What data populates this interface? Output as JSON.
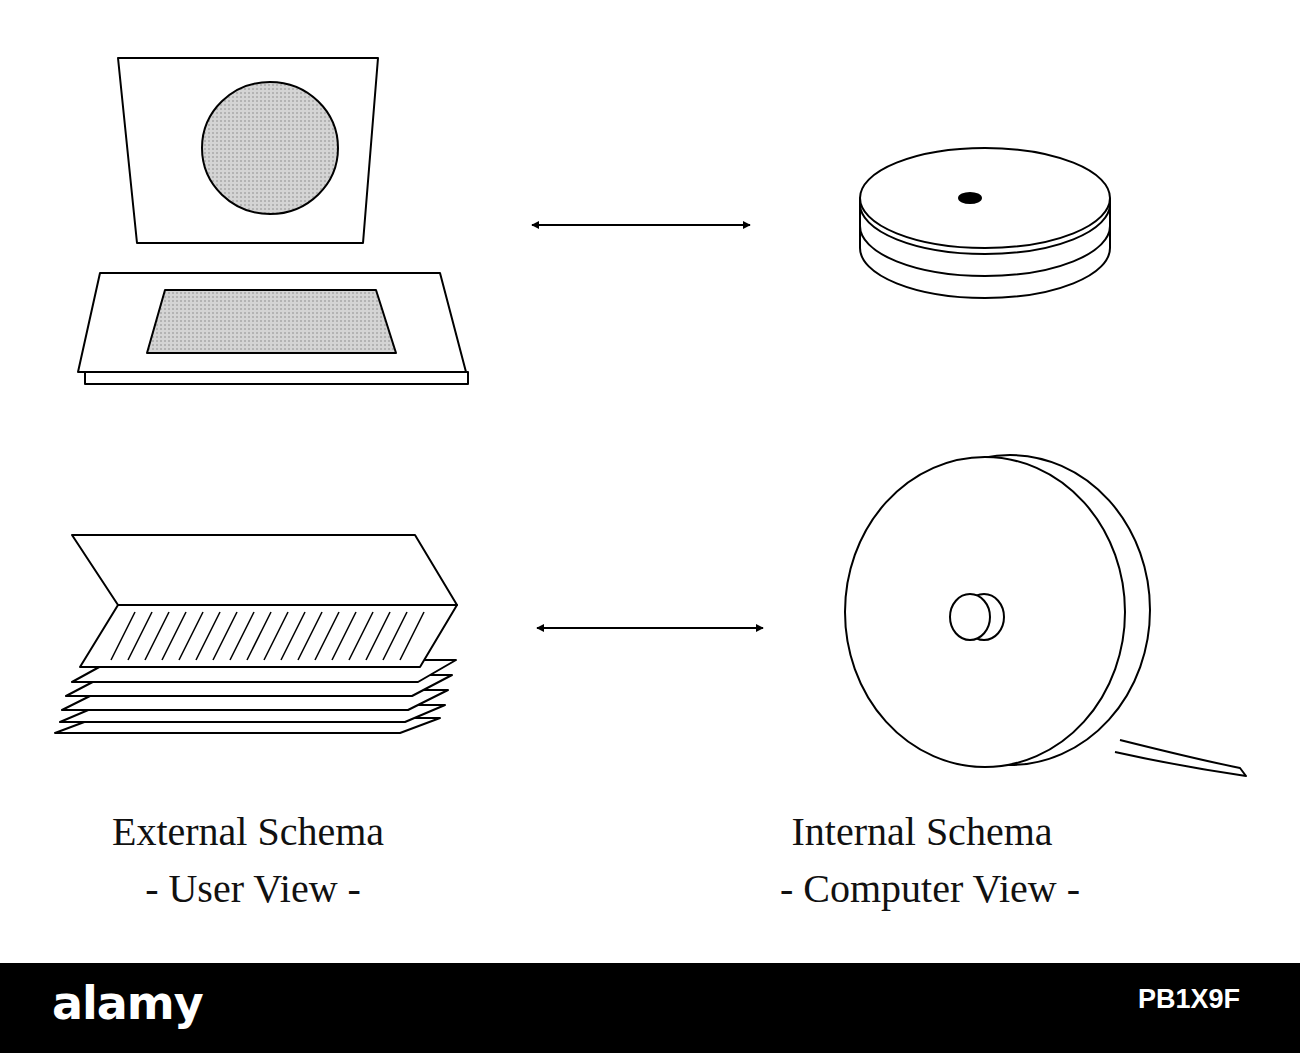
{
  "diagram": {
    "labels": [
      "External Schema",
      "- User View -",
      "Internal Schema",
      "- Computer View -",
      "alamy",
      "PB1X9F"
    ]
  }
}
